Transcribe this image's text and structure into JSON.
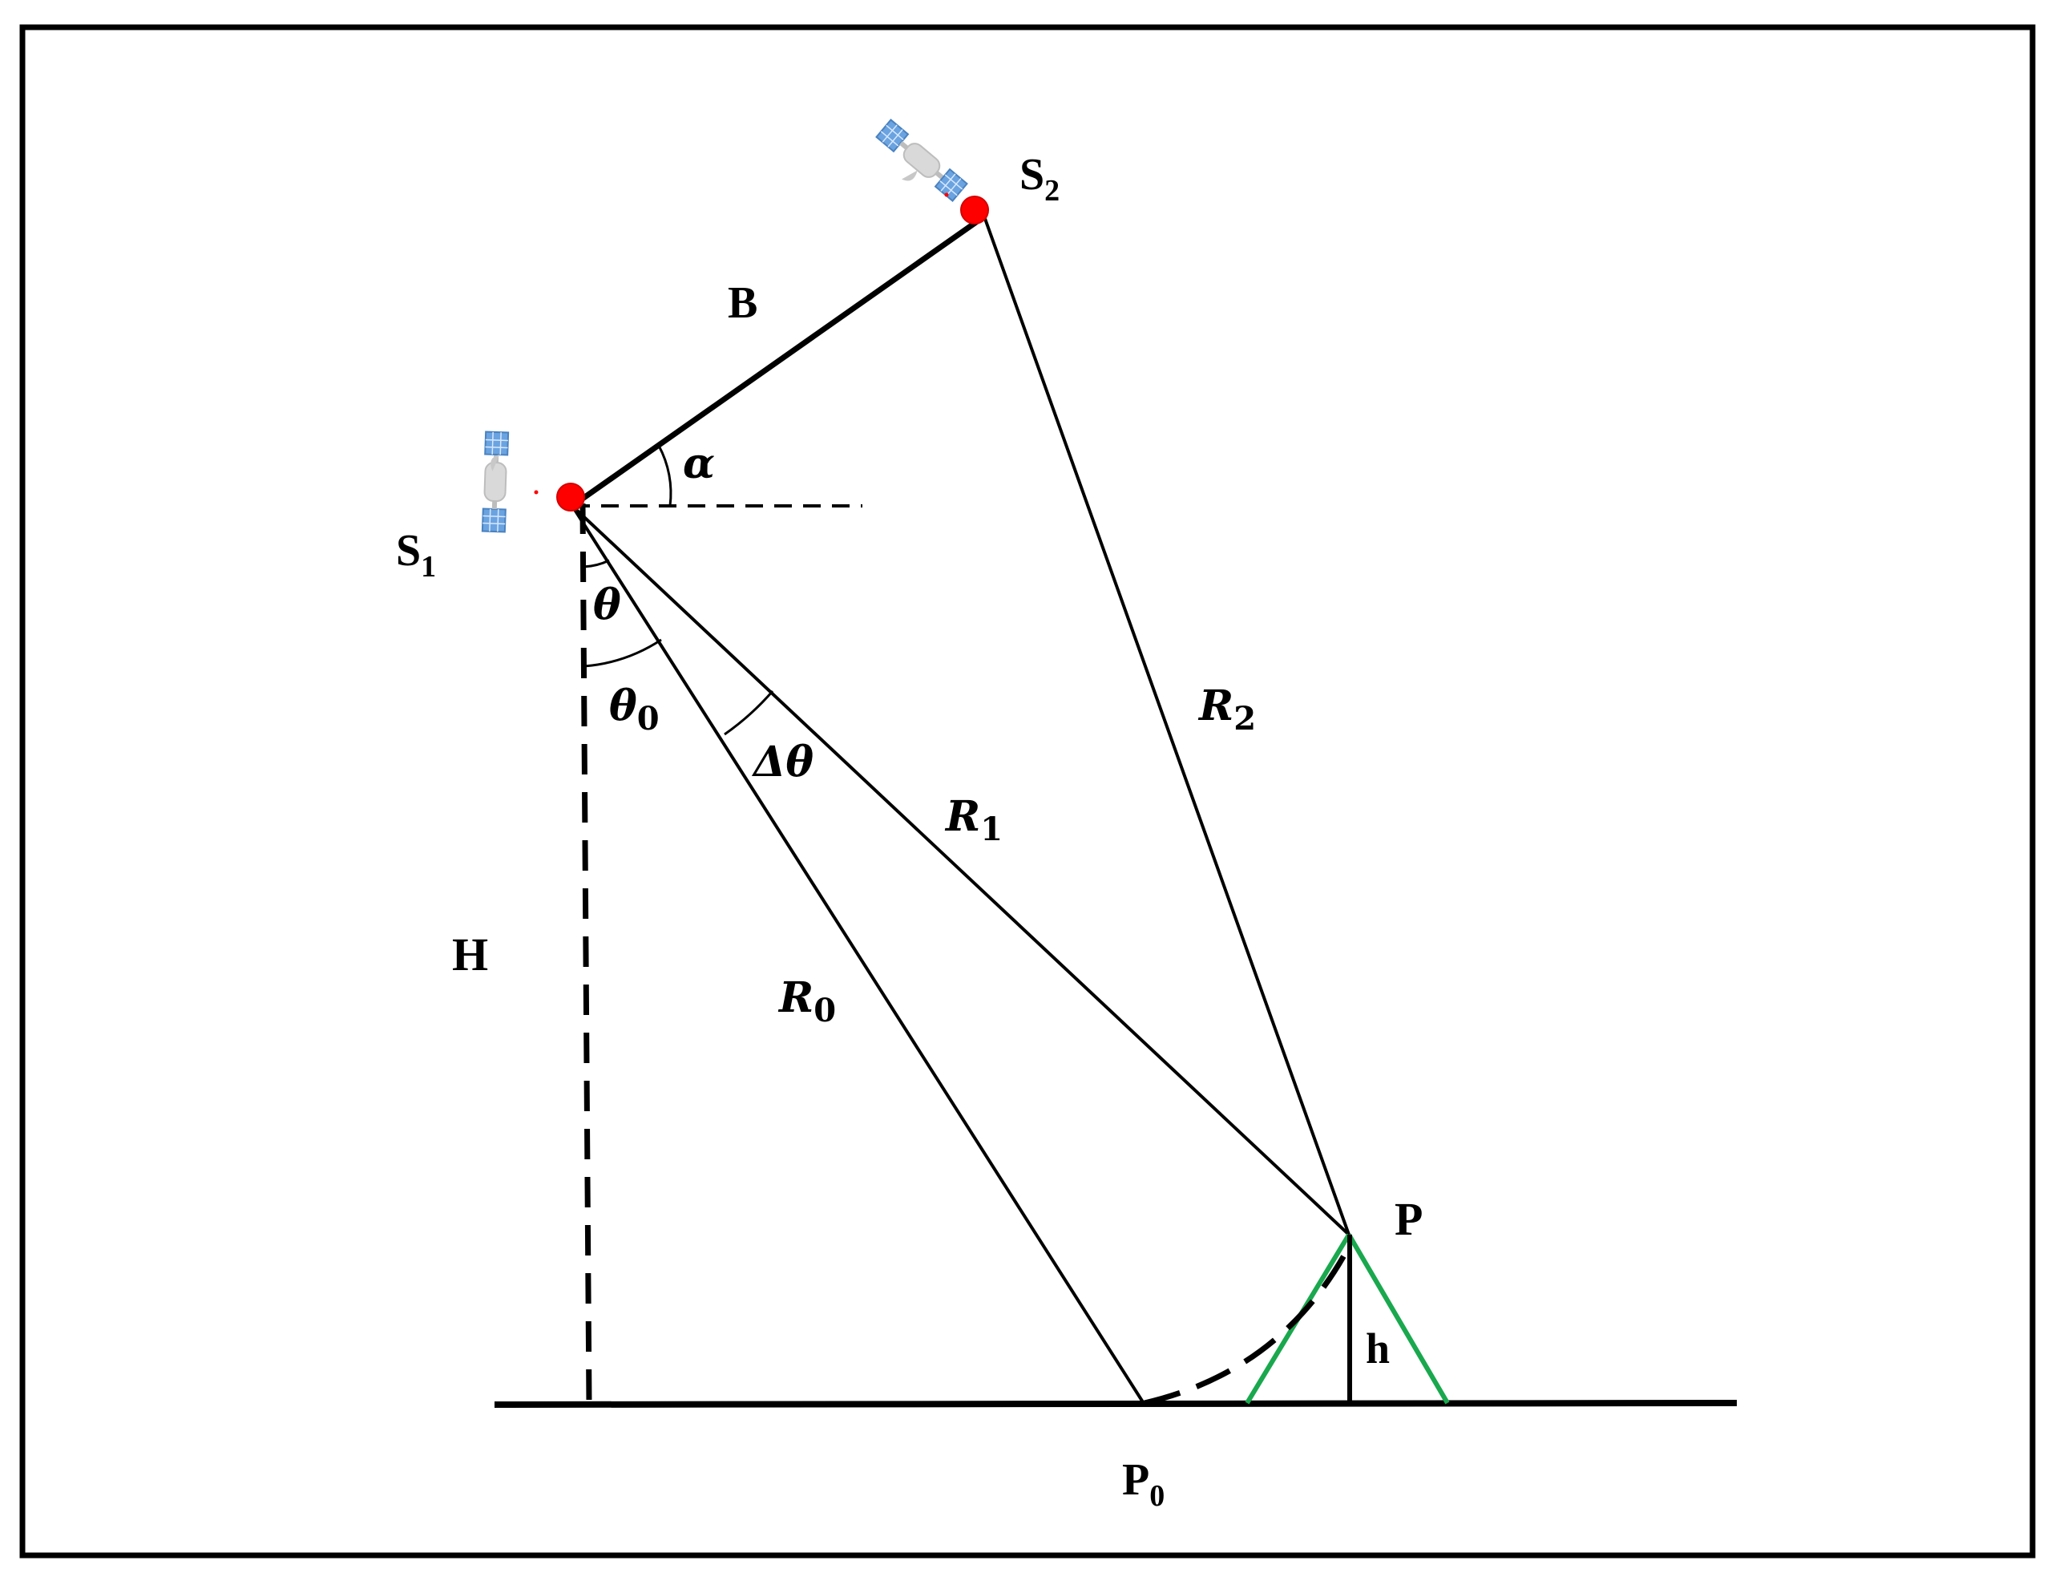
{
  "labels": {
    "s1": {
      "main": "S",
      "sub": "1"
    },
    "s2": {
      "main": "S",
      "sub": "2"
    },
    "baseline": "B",
    "alpha": "α",
    "theta": "θ",
    "theta0": {
      "main": "θ",
      "sub": "0"
    },
    "delta_theta": "Δθ",
    "r0": {
      "main": "R",
      "sub": "0"
    },
    "r1": {
      "main": "R",
      "sub": "1"
    },
    "r2": {
      "main": "R",
      "sub": "2"
    },
    "height_sat": "H",
    "target": "P",
    "ground_point": {
      "main": "P",
      "sub": "0"
    },
    "height_target": "h"
  },
  "colors": {
    "line": "#000000",
    "point": "#ff0000",
    "terrain": "#1aa84e",
    "panel_blue": "#6aa3e0",
    "satellite_body": "#d9d9d9"
  },
  "icons": {
    "satellite_1": "satellite-icon",
    "satellite_2": "satellite-icon"
  }
}
